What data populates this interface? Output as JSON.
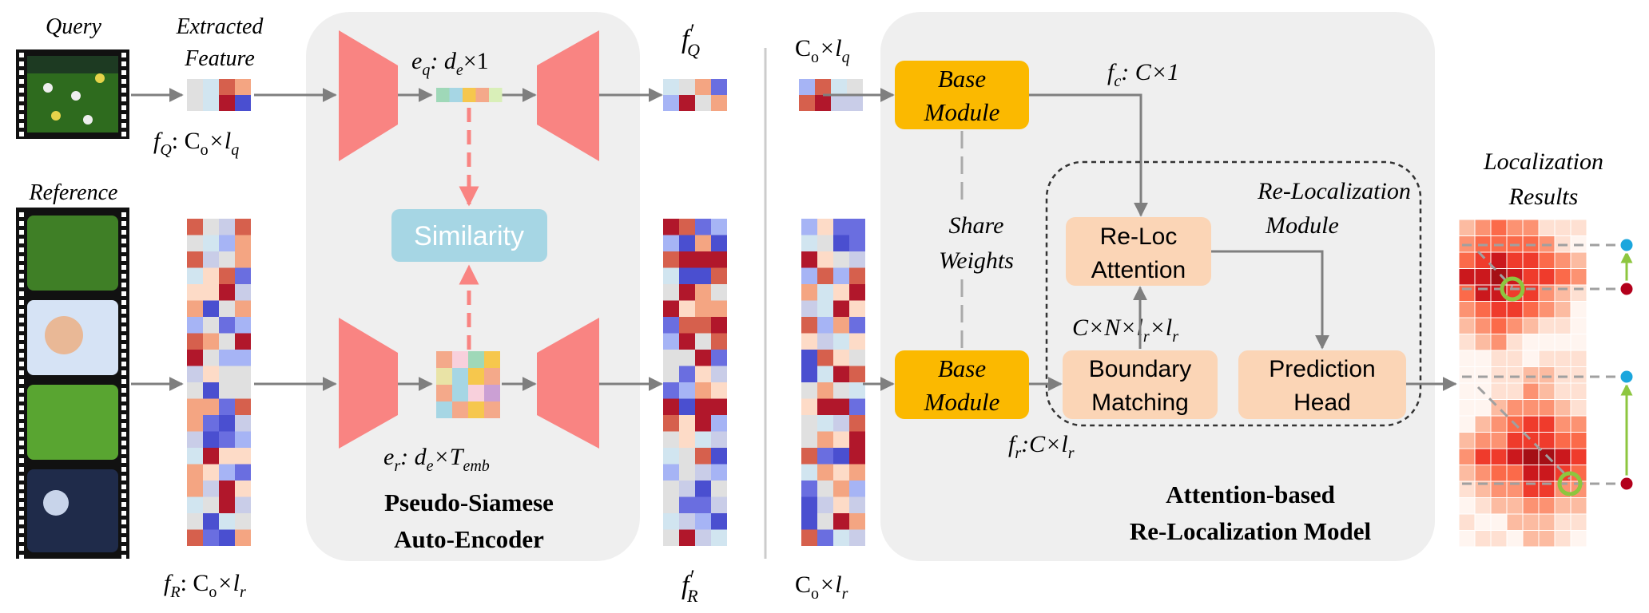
{
  "inputs": {
    "query_label": "Query",
    "reference_label": "Reference",
    "extracted_label_line1": "Extracted",
    "extracted_label_line2": "Feature",
    "f_q_label": "f",
    "f_q_sub": "Q",
    "f_q_dim": ": C",
    "f_q_dim_sub": "o",
    "f_q_dim2": "×l",
    "f_q_dim2_sub": "q",
    "f_r_label": "f",
    "f_r_sub": "R",
    "f_r_dim": ": C",
    "f_r_dim_sub": "o",
    "f_r_dim2": "×l",
    "f_r_dim2_sub": "r"
  },
  "autoencoder": {
    "title_line1": "Pseudo-Siamese",
    "title_line2": "Auto-Encoder",
    "eq_label": "e",
    "eq_sub": "q",
    "eq_dim": ": d",
    "eq_dim_sub": "e",
    "eq_dim2": "×1",
    "er_label": "e",
    "er_sub": "r",
    "er_dim": ": d",
    "er_dim_sub": "e",
    "er_dim2": "×T",
    "er_dim2_sub": "emb",
    "similarity_label": "Similarity",
    "fq_prime": "f",
    "fq_prime_sup": "′",
    "fq_prime_sub": "Q",
    "fr_prime": "f",
    "fr_prime_sup": "′",
    "fr_prime_sub": "R"
  },
  "relocalization": {
    "title_line1": "Attention-based",
    "title_line2": "Re-Localization Model",
    "input_q_dim": "C",
    "input_q_dim_sub": "o",
    "input_q_dim2": "×l",
    "input_q_dim2_sub": "q",
    "input_r_dim": "C",
    "input_r_dim_sub": "o",
    "input_r_dim2": "×l",
    "input_r_dim2_sub": "r",
    "base_module_line1": "Base",
    "base_module_line2": "Module",
    "share_weights_line1": "Share",
    "share_weights_line2": "Weights",
    "fc_label": "f",
    "fc_sub": "c",
    "fc_dim": ": C×1",
    "fr_label": "f",
    "fr_sub": "r",
    "fr_dim": ":C×l",
    "fr_dim_sub": "r",
    "module_title_line1": "Re-Localization",
    "module_title_line2": "Module",
    "reloc_attention_line1": "Re-Loc",
    "reloc_attention_line2": "Attention",
    "bm_dim": "C×N×l",
    "bm_dim_sub": "r",
    "bm_dim2": "×l",
    "bm_dim2_sub": "r",
    "boundary_line1": "Boundary",
    "boundary_line2": "Matching",
    "prediction_line1": "Prediction",
    "prediction_line2": "Head"
  },
  "results": {
    "title_line1": "Localization",
    "title_line2": "Results"
  },
  "colors": {
    "panel": "#efefef",
    "trapezoid": "#f98482",
    "similarity_box": "#a6d6e4",
    "base_module": "#fbb900",
    "light_orange": "#fbd5b6",
    "arrow_gray": "#7f7f7f",
    "dash_red": "#f98482",
    "marker_blue": "#1ba6dd",
    "marker_red": "#b3001b",
    "marker_green": "#8dc63f"
  }
}
